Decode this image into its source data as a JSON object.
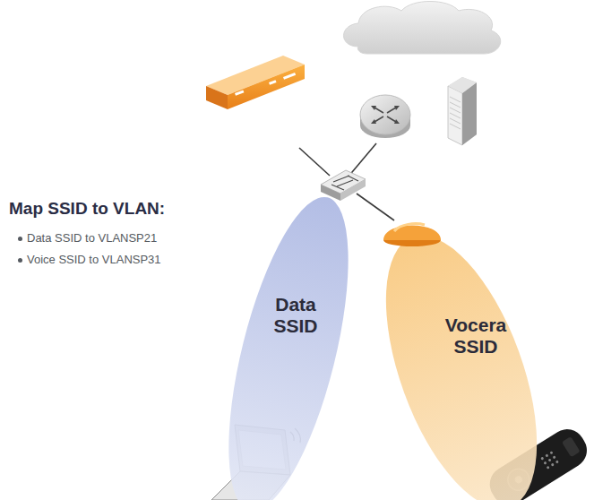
{
  "diagram": {
    "title": "Map SSID to VLAN:",
    "nodes": [
      {
        "text": [
          "Data SSID"
        ]
      },
      {
        "text": [
          "Vocera SSID"
        ]
      }
    ],
    "labels": [
      "Data SSID to VLANSP21",
      "Voice SSID to VLANSP31"
    ]
  }
}
